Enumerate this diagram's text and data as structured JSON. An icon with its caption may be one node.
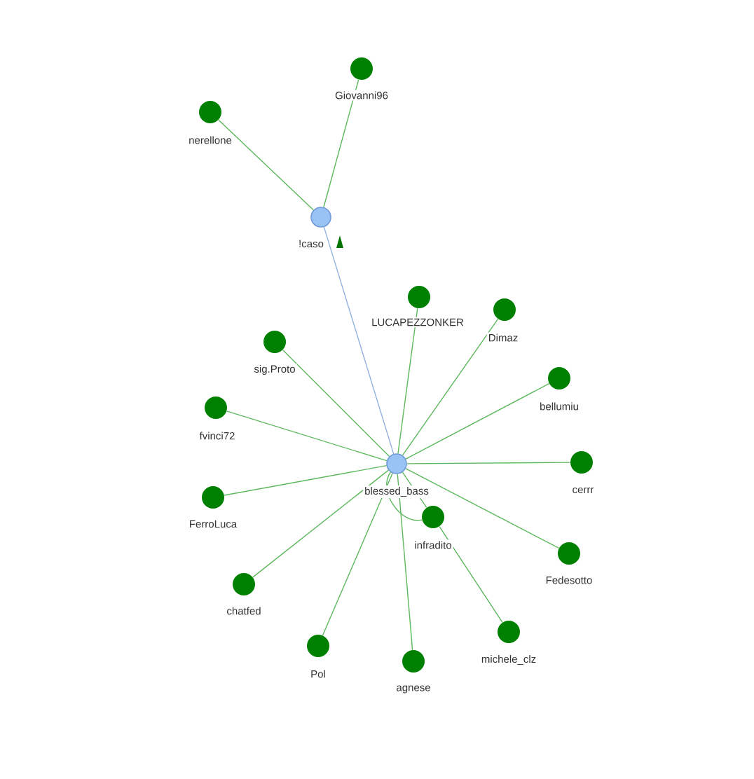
{
  "diagram": {
    "nodes": [
      {
        "text": [
          "nerellone"
        ]
      },
      {
        "text": [
          "Giovanni96"
        ]
      },
      {
        "text": [
          "!caso"
        ]
      },
      {
        "text": [
          "LUCAPEZZONKER"
        ]
      },
      {
        "text": [
          "Dimaz"
        ]
      },
      {
        "text": [
          "sig.Proto"
        ]
      },
      {
        "text": [
          "bellumiu"
        ]
      },
      {
        "text": [
          "fvinci72"
        ]
      },
      {
        "text": [
          "blessed_bass"
        ]
      },
      {
        "text": [
          "cerrr"
        ]
      },
      {
        "text": [
          "FerroLuca"
        ]
      },
      {
        "text": [
          "infradito"
        ]
      },
      {
        "text": [
          "Fedesotto"
        ]
      },
      {
        "text": [
          "chatfed"
        ]
      },
      {
        "text": [
          "michele_clz"
        ]
      },
      {
        "text": [
          "Pol"
        ]
      },
      {
        "text": [
          "agnese"
        ]
      }
    ],
    "edges": [
      {
        "from": 0,
        "to": 2,
        "arrow": "none"
      },
      {
        "from": 1,
        "to": 2,
        "arrow": "none"
      },
      {
        "from": 2,
        "to": 8,
        "arrow": "none",
        "color": "#90b0e0"
      },
      {
        "from": 3,
        "to": 8,
        "arrow": "none"
      },
      {
        "from": 4,
        "to": 8,
        "arrow": "none"
      },
      {
        "from": 5,
        "to": 8,
        "arrow": "none"
      },
      {
        "from": 6,
        "to": 8,
        "arrow": "none"
      },
      {
        "from": 7,
        "to": 8,
        "arrow": "none"
      },
      {
        "from": 9,
        "to": 8,
        "arrow": "none"
      },
      {
        "from": 10,
        "to": 8,
        "arrow": "none"
      },
      {
        "from": 11,
        "to": 8,
        "arrow": "none"
      },
      {
        "from": 8,
        "to": 11,
        "arrow": "none"
      },
      {
        "from": 12,
        "to": 8,
        "arrow": "none"
      },
      {
        "from": 13,
        "to": 8,
        "arrow": "none"
      },
      {
        "from": 11,
        "to": 14,
        "arrow": "none"
      },
      {
        "from": 15,
        "to": 8,
        "arrow": "none"
      },
      {
        "from": 16,
        "to": 8,
        "arrow": "none"
      }
    ]
  }
}
